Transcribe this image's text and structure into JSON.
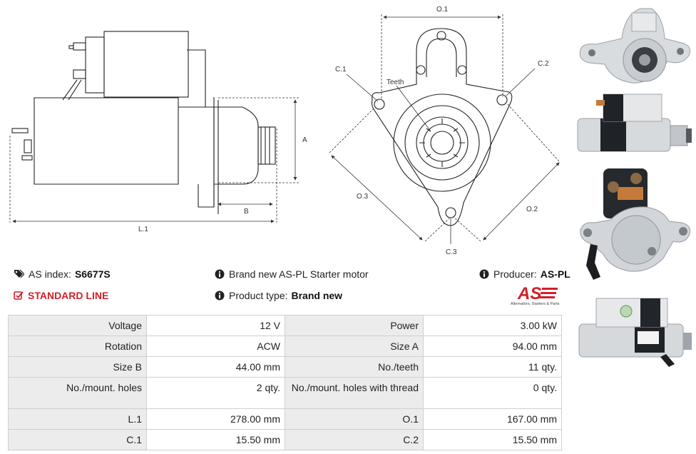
{
  "drawing": {
    "dim_A": "A",
    "dim_B": "B",
    "dim_L1": "L.1",
    "dim_O1": "O.1",
    "dim_O2": "O.2",
    "dim_O3": "O.3",
    "dim_C1": "C.1",
    "dim_C2": "C.2",
    "dim_C3": "C.3",
    "teeth_label": "Teeth"
  },
  "info": {
    "as_index_label": "AS index:",
    "as_index_value": "S6677S",
    "line_label": "STANDARD LINE",
    "description": "Brand new AS-PL Starter motor",
    "product_type_label": "Product type:",
    "product_type_value": "Brand new",
    "producer_label": "Producer:",
    "producer_value": "AS-PL",
    "logo_text": "AS",
    "logo_tagline": "Alternators, Starters & Parts"
  },
  "specs": [
    {
      "k1": "Voltage",
      "v1": "12 V",
      "k2": "Power",
      "v2": "3.00 kW"
    },
    {
      "k1": "Rotation",
      "v1": "ACW",
      "k2": "Size A",
      "v2": "94.00 mm"
    },
    {
      "k1": "Size B",
      "v1": "44.00 mm",
      "k2": "No./teeth",
      "v2": "11 qty."
    },
    {
      "k1": "No./mount. holes",
      "v1": "2 qty.",
      "k2": "No./mount. holes with thread",
      "v2": "0 qty."
    },
    {
      "k1": "L.1",
      "v1": "278.00 mm",
      "k2": "O.1",
      "v2": "167.00 mm"
    },
    {
      "k1": "C.1",
      "v1": "15.50 mm",
      "k2": "C.2",
      "v2": "15.50 mm"
    }
  ],
  "icons": {
    "tags": "tags-icon",
    "info": "info-circle-icon",
    "check": "check-square-icon"
  },
  "colors": {
    "accent_red": "#d0202a",
    "key_cell_bg": "#ececec"
  }
}
